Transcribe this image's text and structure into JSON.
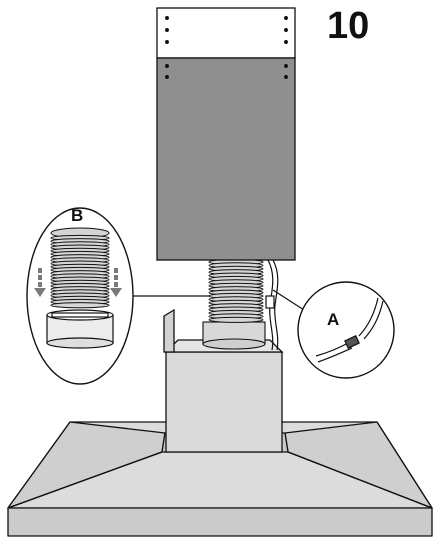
{
  "step_number": "10",
  "callouts": {
    "a_label": "A",
    "b_label": "B"
  },
  "colors": {
    "chimney_fill": "#8f8f8f",
    "hood_light": "#dcdcdc",
    "hood_mid": "#c8c8c8",
    "line": "#111111",
    "arrow": "#7a7a7a"
  }
}
